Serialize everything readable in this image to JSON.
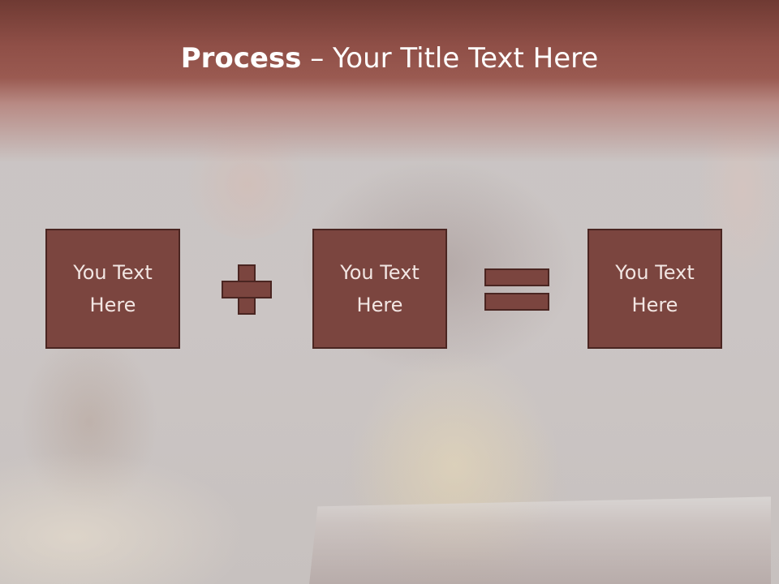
{
  "slide": {
    "title_bold": "Process",
    "title_rest": " – Your Title Text Here",
    "boxes": [
      {
        "line1": "You Text",
        "line2": "Here"
      },
      {
        "line1": "You Text",
        "line2": "Here"
      },
      {
        "line1": "You Text",
        "line2": "Here"
      }
    ],
    "operators": [
      "plus-icon",
      "equals-icon"
    ]
  },
  "colors": {
    "header": "#8f4f47",
    "box_fill": "#7b453f",
    "box_border": "#4a2521",
    "title_text": "#ffffff"
  }
}
